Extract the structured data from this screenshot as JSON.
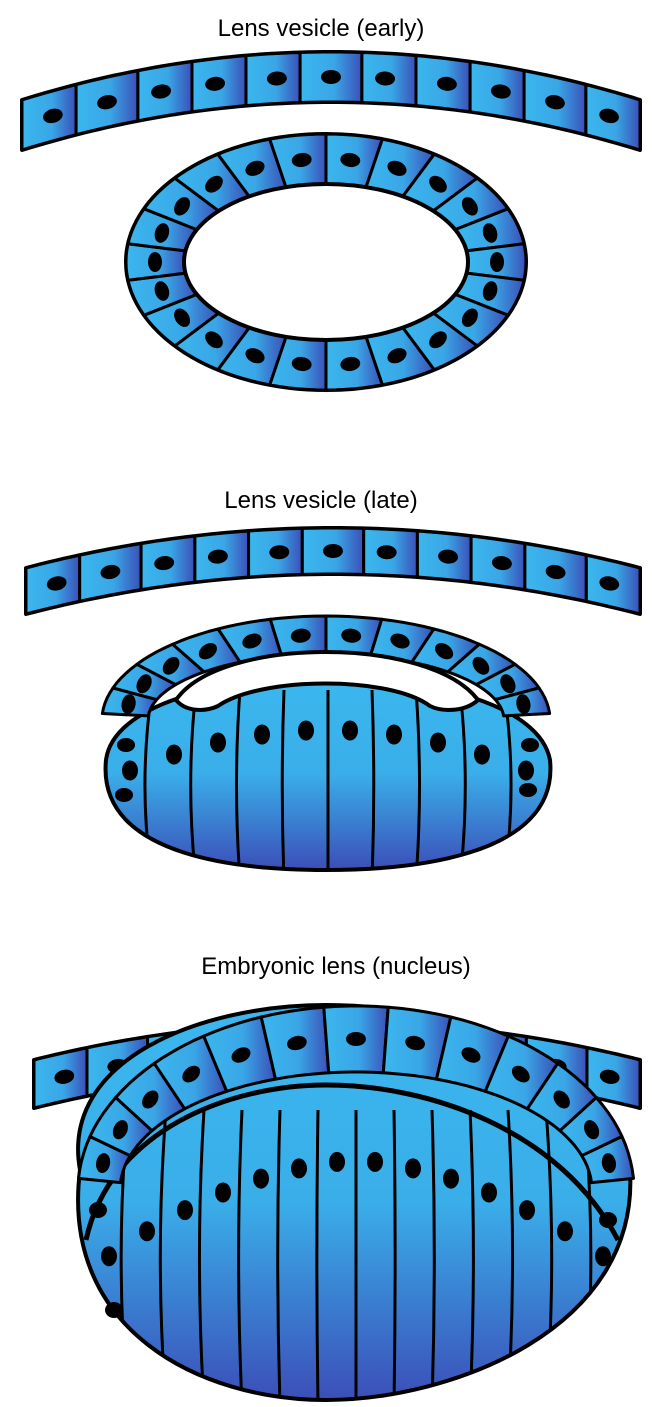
{
  "figure": {
    "panels": [
      {
        "id": "early",
        "title": "Lens vesicle (early)",
        "surface_cells": 11,
        "vesicle_cells": 22
      },
      {
        "id": "late",
        "title": "Lens vesicle (late)",
        "surface_cells": 11,
        "anterior_cells": 12,
        "primary_fibers": 10
      },
      {
        "id": "nucleus",
        "title": "Embryonic lens (nucleus)",
        "surface_cells": 11,
        "anterior_cells": 13,
        "secondary_fibers": 14
      }
    ],
    "colors": {
      "cell_light": "#3bb7ee",
      "cell_dark": "#3b4fb8",
      "outline": "#000000",
      "nucleus": "#000000",
      "background": "#ffffff"
    }
  }
}
